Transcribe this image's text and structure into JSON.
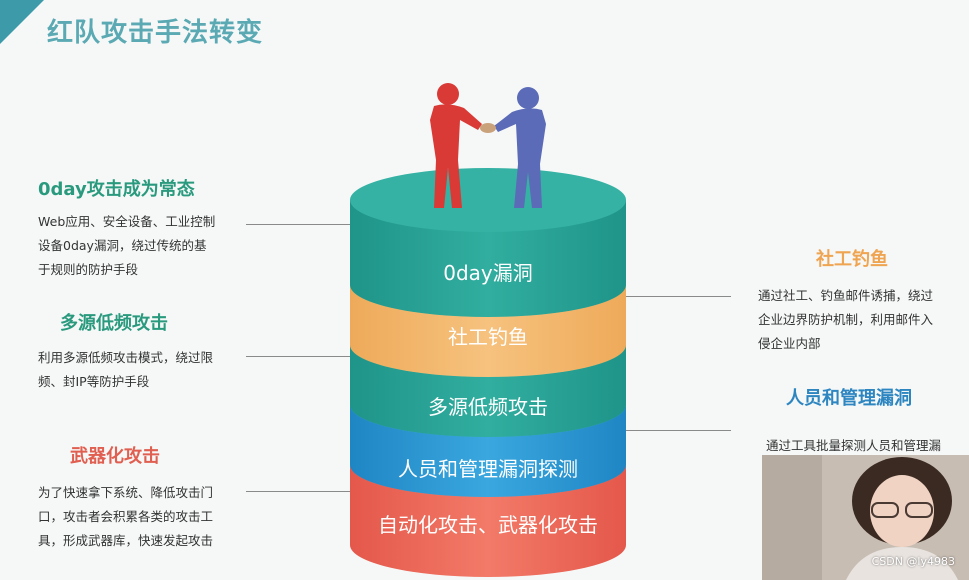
{
  "title": "红队攻击手法转变",
  "left": [
    {
      "label": "0day攻击成为常态",
      "desc": [
        "Web应用、安全设备、工业控制",
        "设备0day漏洞，绕过传统的基",
        "于规则的防护手段"
      ]
    },
    {
      "label": "多源低频攻击",
      "desc": [
        "利用多源低频攻击模式，绕过限",
        "频、封IP等防护手段"
      ]
    },
    {
      "label": "武器化攻击",
      "desc": [
        "为了快速拿下系统、降低攻击门",
        "口，攻击者会积累各类的攻击工",
        "具，形成武器库，快速发起攻击"
      ]
    }
  ],
  "right": [
    {
      "label": "社工钓鱼",
      "desc": [
        "通过社工、钓鱼邮件诱捕，绕过",
        "企业边界防护机制，利用邮件入",
        "侵企业内部"
      ]
    },
    {
      "label": "人员和管理漏洞",
      "desc": [
        "通过工具批量探测人员和管理漏"
      ]
    }
  ],
  "layers": [
    "0day漏洞",
    "社工钓鱼",
    "多源低频攻击",
    "人员和管理漏洞探测",
    "自动化攻击、武器化攻击"
  ],
  "colors": {
    "teal": "#2aa69b",
    "orange": "#f3b76a",
    "blue": "#2e9bd4",
    "red": "#ef6a5a",
    "title": "#5aa9b3"
  },
  "webcam": {
    "watermark": "CSDN @ly4983"
  }
}
